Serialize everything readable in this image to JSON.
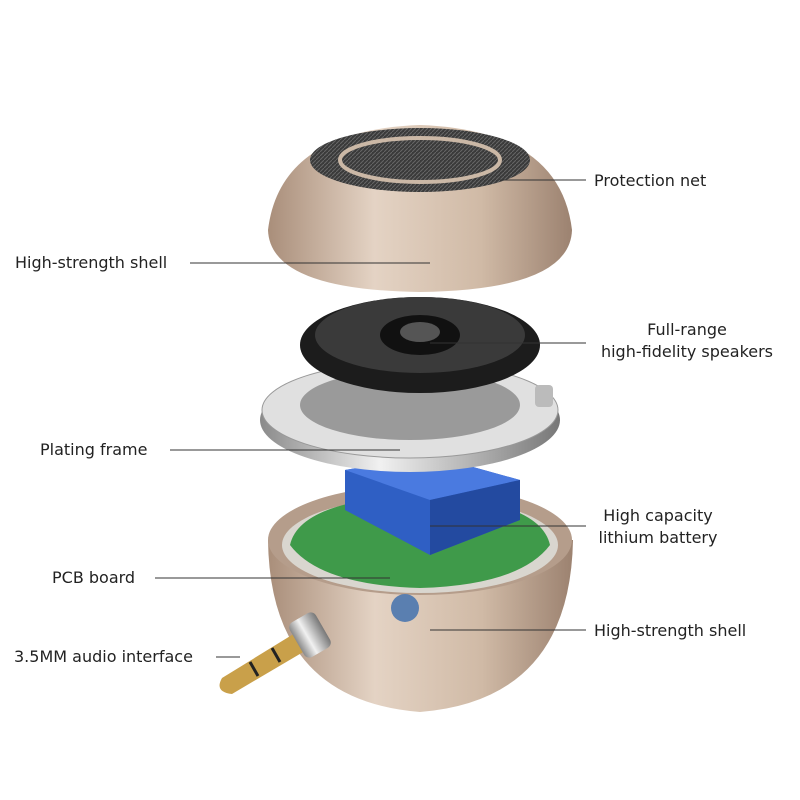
{
  "labels": {
    "protection_net": "Protection net",
    "top_shell": "High-strength shell",
    "speakers_line1": "Full-range",
    "speakers_line2": "high-fidelity speakers",
    "plating_frame": "Plating frame",
    "battery_line1": "High capacity",
    "battery_line2": "lithium battery",
    "pcb": "PCB board",
    "bottom_shell": "High-strength shell",
    "audio_interface": "3.5MM audio interface"
  },
  "colors": {
    "shell": "#cdb7a3",
    "battery": "#2f5fc4",
    "pcb": "#3f9a4a",
    "net": "#3a3a3a"
  }
}
